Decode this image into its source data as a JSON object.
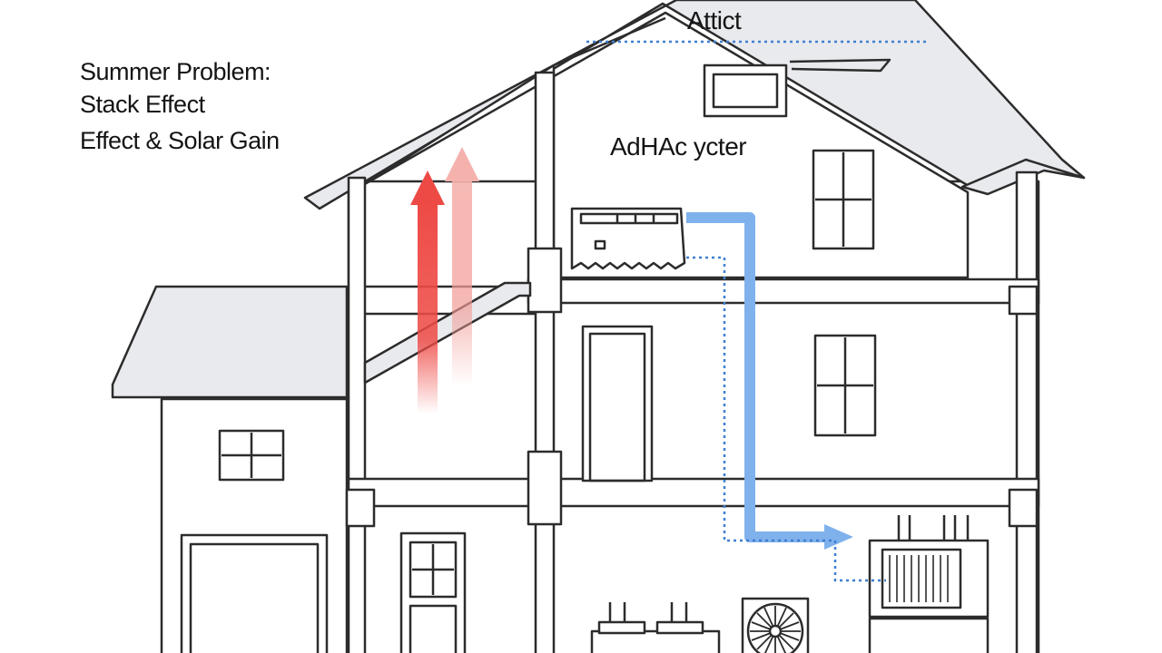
{
  "labels": {
    "line1": "Summer Problem:",
    "line2": "Stack Effect",
    "line3": "Effect & Solar Gain",
    "attic": "Attict",
    "hvac": "AdHAc ycter"
  },
  "colors": {
    "outline": "#2c2c2c",
    "roof_fill": "#e9eaee",
    "wall_fill": "#ffffff",
    "heat_arrow": "#ee4a45",
    "heat_arrow_faded": "#f5b2ad",
    "duct": "#7fb1ec",
    "dotted_duct": "#3f7fd1"
  },
  "icons": {
    "heat": "up-arrow-icon",
    "airflow": "right-arrow-icon",
    "fan": "fan-icon"
  }
}
